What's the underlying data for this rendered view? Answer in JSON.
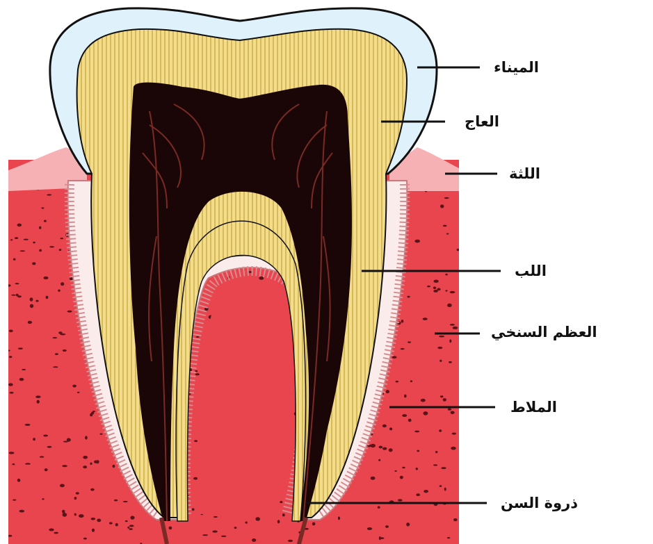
{
  "labels": {
    "enamel": "الميناء",
    "dentin": "العاج",
    "gum": "اللثة",
    "pulp": "اللب",
    "spongy_bone": "العظم السنخي",
    "cementum": "الملاط",
    "apex": "ذروة السن"
  },
  "colors": {
    "enamel": "#dff1fb",
    "dentin": "#f3dc8a",
    "dentin_lines": "#b7962a",
    "pulp": "#1a0606",
    "nerves": "#7a2a24",
    "bone": "#e8454e",
    "bone_pores": "#5a1418",
    "gum": "#f6b1b4",
    "cementum": "#e4a2a4",
    "ligament": "#fbecec"
  }
}
